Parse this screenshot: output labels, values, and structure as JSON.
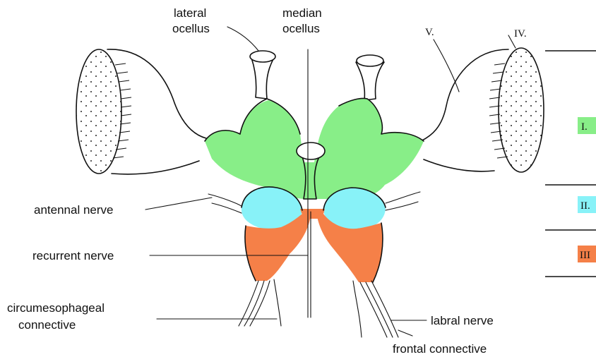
{
  "labels": {
    "lateral_ocellus": [
      "lateral",
      "ocellus"
    ],
    "median_ocellus": [
      "median",
      "ocellus"
    ],
    "antennal_nerve": "antennal nerve",
    "recurrent_nerve": "recurrent nerve",
    "circumesophageal_connective": [
      "circumesophageal",
      "connective"
    ],
    "labral_nerve": "labral nerve",
    "frontal_connective": "frontal connective"
  },
  "segment_markers": {
    "v": "V.",
    "iv": "IV.",
    "i": "I.",
    "ii": "II.",
    "iii": "III"
  },
  "colors": {
    "protocerebrum": "#88ee88",
    "deutocerebrum": "#88f2f8",
    "tritocerebrum": "#f58048",
    "outline": "#111111"
  }
}
